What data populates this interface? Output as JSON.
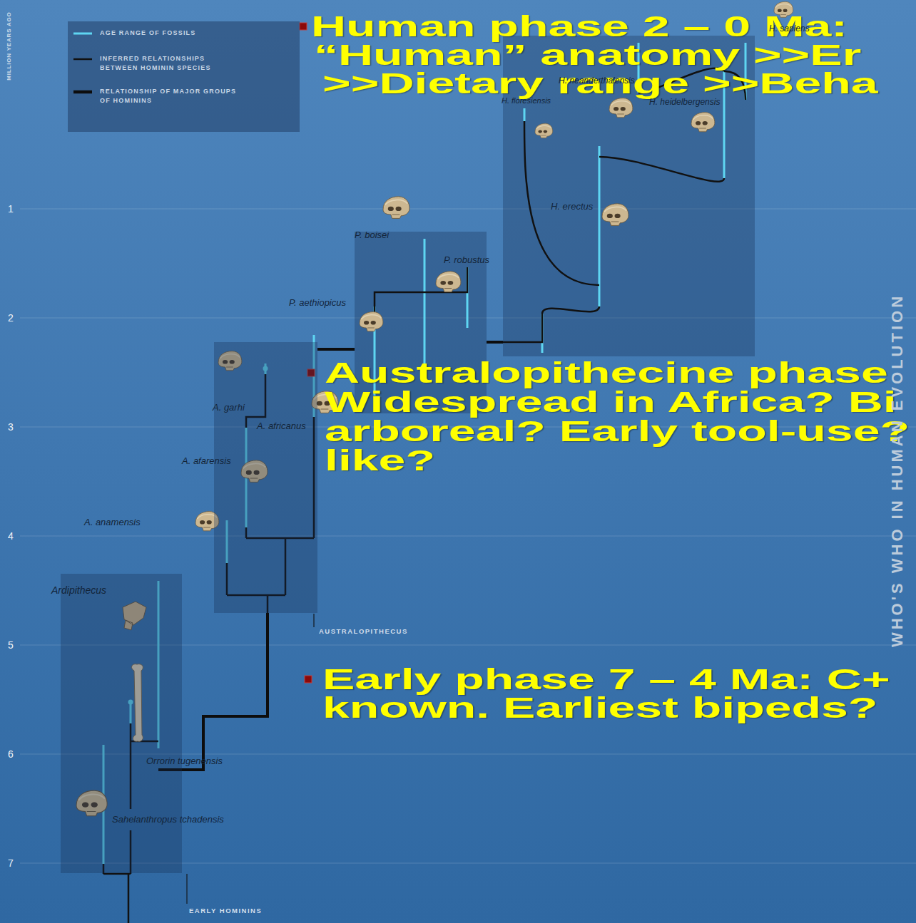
{
  "diagram": {
    "nodes": [
      {
        "text": [
          "AUSTRALOPITHECUS"
        ]
      },
      {
        "text": [
          "EARLY HOMININS"
        ]
      }
    ],
    "labels": [
      "MILLION YEARS AGO",
      "1",
      "2",
      "3",
      "4",
      "5",
      "6",
      "7",
      "Human phase 2 – 0 Ma:",
      "“Human” anatomy >>Er",
      ">>Dietary range >>Beha",
      "Australopithecine phase",
      "Widespread in Africa? Bi",
      "arboreal? Early tool-use?",
      "like?",
      "Early phase 7 – 4 Ma: C+",
      "known. Earliest bipeds?",
      "H. sapiens",
      "H. neanderthalensis",
      "H. floresiensis",
      "H. heidelbergensis",
      "H. erectus",
      "P. boisei",
      "P. robustus",
      "P. aethiopicus",
      "A. garhi",
      "A. africanus",
      "A. afarensis",
      "A. anamensis",
      "Ardipithecus",
      "Orrorin tugenensis",
      "Sahelanthropus tchadensis",
      "WHO'S WHO IN HUMAN EVOLUTION"
    ],
    "legend": [
      {
        "text": "AGE RANGE OF FOSSILS"
      },
      {
        "text": "INFERRED RELATIONSHIPS BETWEEN HOMININ SPECIES"
      },
      {
        "text": "RELATIONSHIP OF MAJOR GROUPS OF HOMININS"
      }
    ]
  }
}
